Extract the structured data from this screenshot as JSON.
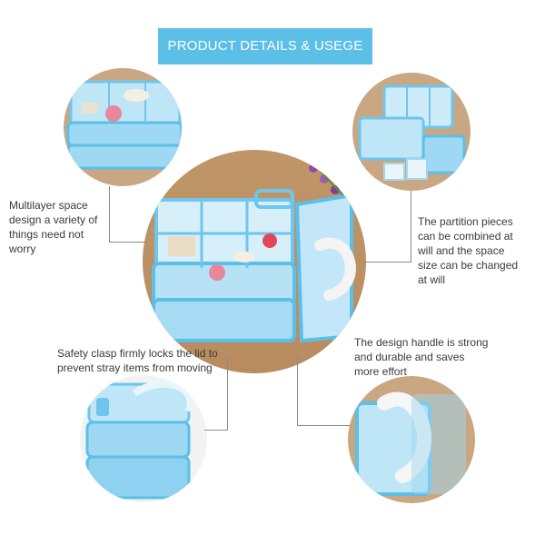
{
  "banner": {
    "title": "PRODUCT DETAILS & USEGE"
  },
  "captions": {
    "multilayer": [
      "Multilayer space",
      "design a variety of",
      "things need not",
      "worry"
    ],
    "partition": [
      "The partition pieces",
      "can be combined at",
      "will and the space",
      "size can be changed",
      "at will"
    ],
    "clasp": [
      "Safety clasp firmly locks the lid to",
      "prevent stray items from moving"
    ],
    "handle": [
      "The design handle is strong",
      "and durable and saves",
      "more effort"
    ]
  },
  "colors": {
    "banner": "#5bbfe8",
    "box_blue": "#6ec6ee",
    "background_wood": "#c9a27c"
  },
  "icons": {
    "main": "storage-box-photo"
  }
}
